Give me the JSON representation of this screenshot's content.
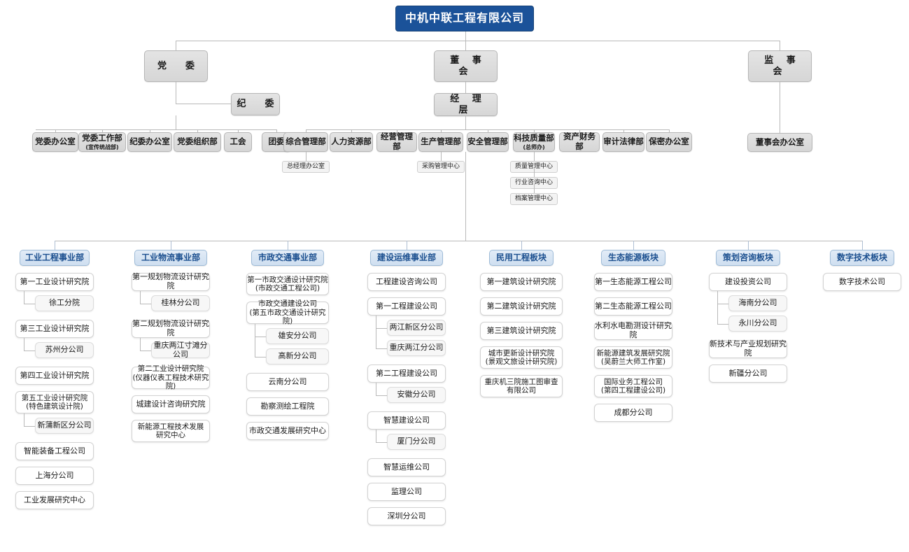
{
  "root": {
    "label": "中机中联工程有限公司"
  },
  "governance": {
    "party_committee": "党　委",
    "board": "董 事 会",
    "supervisory": "监 事 会",
    "discipline": "纪　委",
    "management": "经 理 层",
    "board_office": "董事会办公室"
  },
  "party_departments": [
    {
      "label": "党委办公室"
    },
    {
      "label": "党委工作部",
      "sub": "(宣传统战部)"
    },
    {
      "label": "纪委办公室"
    },
    {
      "label": "党委组织部"
    },
    {
      "label": "工会"
    },
    {
      "label": "团委"
    }
  ],
  "management_departments": [
    {
      "label": "综合管理部",
      "children": [
        "总经理办公室"
      ]
    },
    {
      "label": "人力资源部",
      "children": []
    },
    {
      "label": "经营管理部",
      "children": []
    },
    {
      "label": "生产管理部",
      "children": [
        "采购管理中心"
      ]
    },
    {
      "label": "安全管理部",
      "children": []
    },
    {
      "label": "科技质量部",
      "sub": "(总师办)",
      "children": [
        "质量管理中心",
        "行业咨询中心",
        "档案管理中心"
      ]
    },
    {
      "label": "资产财务部",
      "children": []
    },
    {
      "label": "审计法律部",
      "children": []
    },
    {
      "label": "保密办公室",
      "children": []
    }
  ],
  "divisions": [
    {
      "title": "工业工程事业部",
      "units": [
        {
          "label": "第一工业设计研究院",
          "branches": [
            "徐工分院"
          ]
        },
        {
          "label": "第三工业设计研究院",
          "branches": [
            "苏州分公司"
          ]
        },
        {
          "label": "第四工业设计研究院",
          "branches": []
        },
        {
          "label": "第五工业设计研究院\n(特色建筑设计院)",
          "branches": [
            "新蒲新区分公司"
          ]
        },
        {
          "label": "智能装备工程公司",
          "branches": []
        },
        {
          "label": "上海分公司",
          "branches": []
        },
        {
          "label": "工业发展研究中心",
          "branches": []
        }
      ]
    },
    {
      "title": "工业物流事业部",
      "units": [
        {
          "label": "第一规划物流设计研究院",
          "branches": [
            "桂林分公司"
          ]
        },
        {
          "label": "第二规划物流设计研究院",
          "branches": [
            "重庆两江寸滩分公司"
          ]
        },
        {
          "label": "第二工业设计研究院\n(仪器仪表工程技术研究院)",
          "branches": []
        },
        {
          "label": "城建设计咨询研究院",
          "branches": []
        },
        {
          "label": "新能源工程技术发展\n研究中心",
          "branches": []
        }
      ]
    },
    {
      "title": "市政交通事业部",
      "units": [
        {
          "label": "第一市政交通设计研究院\n(市政交通工程公司)",
          "branches": []
        },
        {
          "label": "市政交通建设公司\n(第五市政交通设计研究院)",
          "branches": [
            "雄安分公司",
            "高新分公司"
          ]
        },
        {
          "label": "云南分公司",
          "branches": []
        },
        {
          "label": "勘察测绘工程院",
          "branches": []
        },
        {
          "label": "市政交通发展研究中心",
          "branches": []
        }
      ]
    },
    {
      "title": "建设运维事业部",
      "units": [
        {
          "label": "工程建设咨询公司",
          "branches": []
        },
        {
          "label": "第一工程建设公司",
          "branches": [
            "两江新区分公司",
            "重庆两江分公司"
          ]
        },
        {
          "label": "第二工程建设公司",
          "branches": [
            "安徽分公司"
          ]
        },
        {
          "label": "智慧建设公司",
          "branches": [
            "厦门分公司"
          ]
        },
        {
          "label": "智慧运维公司",
          "branches": []
        },
        {
          "label": "监理公司",
          "branches": []
        },
        {
          "label": "深圳分公司",
          "branches": []
        }
      ]
    },
    {
      "title": "民用工程板块",
      "units": [
        {
          "label": "第一建筑设计研究院",
          "branches": []
        },
        {
          "label": "第二建筑设计研究院",
          "branches": []
        },
        {
          "label": "第三建筑设计研究院",
          "branches": []
        },
        {
          "label": "城市更新设计研究院\n(景观文旅设计研究院)",
          "branches": []
        },
        {
          "label": "重庆机三院施工图审查\n有限公司",
          "branches": []
        }
      ]
    },
    {
      "title": "生态能源板块",
      "units": [
        {
          "label": "第一生态能源工程公司",
          "branches": []
        },
        {
          "label": "第二生态能源工程公司",
          "branches": []
        },
        {
          "label": "水利水电勘测设计研究院",
          "branches": []
        },
        {
          "label": "新能源建筑发展研究院\n(吴蔚兰大师工作室)",
          "branches": []
        },
        {
          "label": "国际业务工程公司\n(第四工程建设公司)",
          "branches": []
        },
        {
          "label": "成都分公司",
          "branches": []
        }
      ]
    },
    {
      "title": "策划咨询板块",
      "units": [
        {
          "label": "建设投资公司",
          "branches": [
            "海南分公司",
            "永川分公司"
          ]
        },
        {
          "label": "新技术与产业规划研究院",
          "branches": []
        },
        {
          "label": "新疆分公司",
          "branches": []
        }
      ]
    },
    {
      "title": "数字技术板块",
      "units": [
        {
          "label": "数字技术公司",
          "branches": []
        }
      ]
    }
  ],
  "colors": {
    "root_bg": "#1b5299",
    "grey_bg": "#dcdcdc",
    "division_bg": "#d8e6f4",
    "division_text": "#1b4f8f",
    "line": "#b9b9b9"
  }
}
